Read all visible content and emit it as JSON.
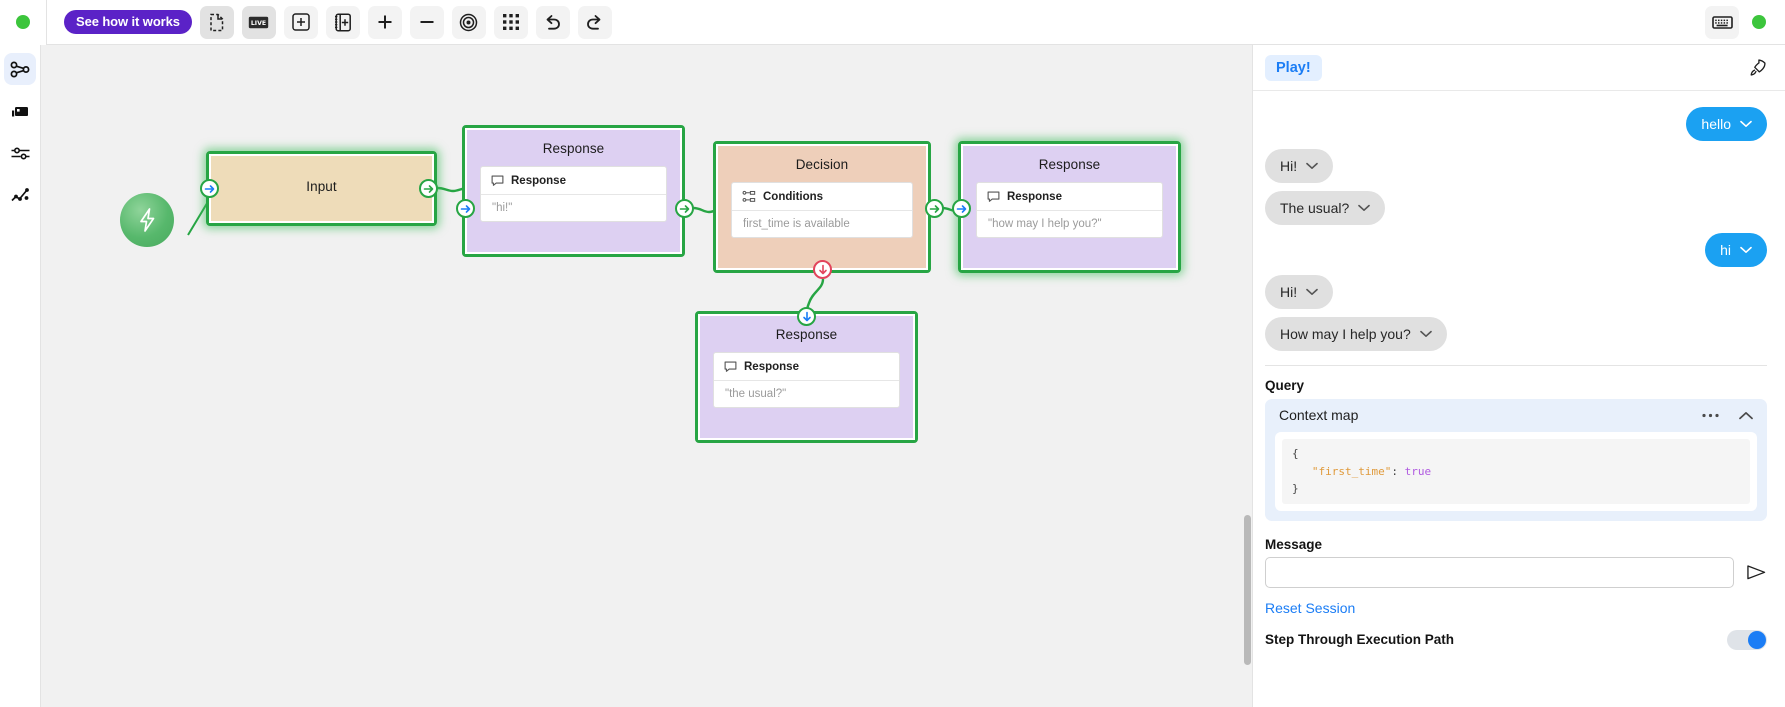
{
  "topbar": {
    "status_dot_color": "#3cc53c",
    "badge_label": "See how it works",
    "badge_color": "#5b22c7",
    "tools": [
      {
        "name": "file-page-icon",
        "glyph": "page"
      },
      {
        "name": "live-icon",
        "glyph": "live",
        "label": "LIVE"
      },
      {
        "name": "add-box-icon",
        "glyph": "plus-box"
      },
      {
        "name": "add-panel-icon",
        "glyph": "panel-plus"
      },
      {
        "name": "zoom-in-icon",
        "glyph": "plus"
      },
      {
        "name": "zoom-out-icon",
        "glyph": "minus"
      },
      {
        "name": "target-icon",
        "glyph": "target"
      },
      {
        "name": "grid-icon",
        "glyph": "grid"
      },
      {
        "name": "undo-icon",
        "glyph": "undo"
      },
      {
        "name": "redo-icon",
        "glyph": "redo"
      }
    ],
    "right_tools": [
      {
        "name": "keyboard-icon",
        "glyph": "keyboard"
      }
    ]
  },
  "leftrail": {
    "items": [
      {
        "name": "sidebar-item-flow",
        "glyph": "flow",
        "active": true
      },
      {
        "name": "sidebar-item-server",
        "glyph": "server",
        "active": false
      },
      {
        "name": "sidebar-item-settings",
        "glyph": "sliders",
        "active": false
      },
      {
        "name": "sidebar-item-graph",
        "glyph": "graph",
        "active": false
      }
    ]
  },
  "canvas": {
    "start_node": {
      "name": "start-node",
      "icon": "lightning-icon"
    },
    "nodes": [
      {
        "id": "input",
        "title": "Input",
        "type": "input",
        "fields": []
      },
      {
        "id": "response-1",
        "title": "Response",
        "type": "response",
        "fields": [
          {
            "icon": "chat-bubble-icon",
            "label": "Response",
            "value": "\"hi!\""
          }
        ]
      },
      {
        "id": "decision",
        "title": "Decision",
        "type": "decision",
        "fields": [
          {
            "icon": "conditions-icon",
            "label": "Conditions",
            "value": "first_time is available"
          }
        ]
      },
      {
        "id": "response-2",
        "title": "Response",
        "type": "response",
        "fields": [
          {
            "icon": "chat-bubble-icon",
            "label": "Response",
            "value": "\"how may I help you?\""
          }
        ]
      },
      {
        "id": "response-3",
        "title": "Response",
        "type": "response",
        "fields": [
          {
            "icon": "chat-bubble-icon",
            "label": "Response",
            "value": "\"the usual?\""
          }
        ]
      }
    ],
    "colors": {
      "input_fill": "#eedcb9",
      "response_fill": "#ddd0f2",
      "decision_fill": "#eecfba",
      "active_border": "#27a544",
      "canvas_bg": "#f1f1f1"
    }
  },
  "rightpanel": {
    "play_label": "Play!",
    "rocket_icon": "rocket-icon",
    "messages": [
      {
        "side": "user",
        "text": "hello"
      },
      {
        "side": "bot",
        "text": "Hi!"
      },
      {
        "side": "bot",
        "text": "The usual?"
      },
      {
        "side": "user",
        "text": "hi"
      },
      {
        "side": "bot",
        "text": "Hi!"
      },
      {
        "side": "bot",
        "text": "How may I help you?"
      }
    ],
    "query_label": "Query",
    "context": {
      "title": "Context map",
      "more_icon": "ellipsis-icon",
      "collapse_icon": "chevron-up-icon",
      "code": {
        "open_brace": "{",
        "key": "\"first_time\"",
        "colon": ":",
        "value": "true",
        "close_brace": "}"
      }
    },
    "message_label": "Message",
    "message_value": "",
    "message_placeholder": "",
    "send_icon": "send-icon",
    "reset_label": "Reset Session",
    "step_label": "Step Through Execution Path",
    "step_enabled": true,
    "accent_blue": "#1b7df5",
    "user_bubble_color": "#1ba1f2",
    "bot_bubble_color": "#e0e0e0"
  }
}
